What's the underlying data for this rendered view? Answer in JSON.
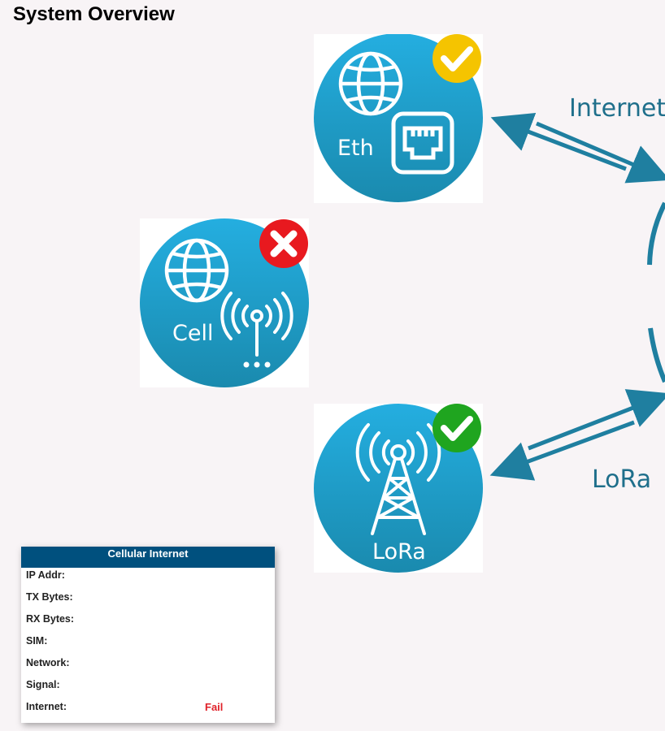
{
  "page": {
    "title": "System Overview"
  },
  "nodes": {
    "eth": {
      "label": "Eth",
      "status": "ok",
      "status_color": "#f5c400"
    },
    "cell": {
      "label": "Cell",
      "status": "fail",
      "status_color": "#e8191f"
    },
    "lora": {
      "label": "LoRa",
      "status": "ok",
      "status_color": "#1fa51f"
    }
  },
  "links": {
    "internet_label": "Internet",
    "lora_label": "LoRa"
  },
  "colors": {
    "node_top": "#24aee0",
    "node_bottom": "#1a8aae",
    "arrow": "#1f7fa0",
    "header": "#00507e",
    "fail_text": "#e0222a"
  },
  "panel": {
    "title": "Cellular Internet",
    "rows": [
      {
        "label": "IP Addr:",
        "value": ""
      },
      {
        "label": "TX Bytes:",
        "value": ""
      },
      {
        "label": "RX Bytes:",
        "value": ""
      },
      {
        "label": "SIM:",
        "value": ""
      },
      {
        "label": "Network:",
        "value": ""
      },
      {
        "label": "Signal:",
        "value": ""
      },
      {
        "label": "Internet:",
        "value": "Fail"
      }
    ]
  }
}
